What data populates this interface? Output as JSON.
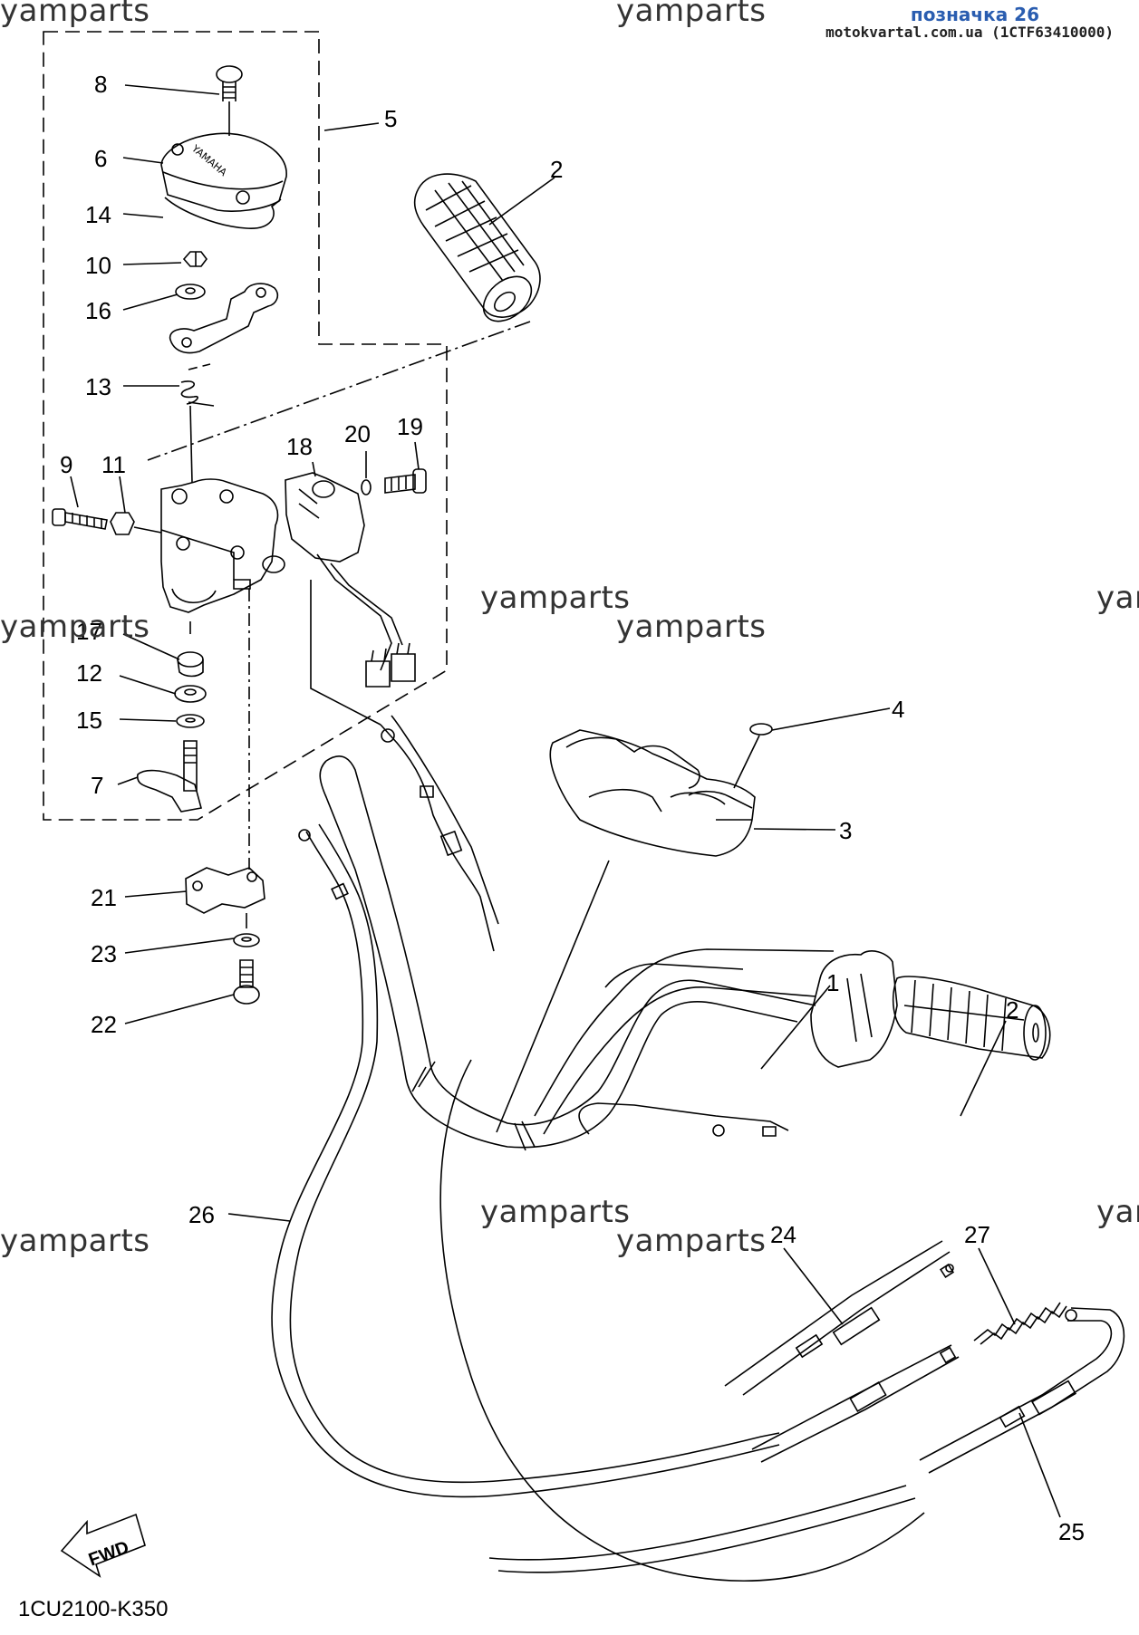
{
  "header": {
    "title": "позначка 26",
    "subtitle": "motokvartal.com.ua (1CTF63410000)"
  },
  "watermarks": [
    "yamparts",
    "yamparts",
    "yamparts",
    "yamparts",
    "yamparts",
    "yamparts",
    "yamparts",
    "yamparts",
    "yar",
    "yar"
  ],
  "parts": [
    "8",
    "6",
    "14",
    "10",
    "16",
    "13",
    "5",
    "2",
    "9",
    "11",
    "18",
    "20",
    "19",
    "17",
    "12",
    "15",
    "7",
    "4",
    "3",
    "21",
    "23",
    "22",
    "1",
    "2",
    "26",
    "24",
    "27",
    "25"
  ],
  "fwd_label": "FWD",
  "diagram_code": "1CU2100-K350",
  "brand_mark": "YAMAHA"
}
